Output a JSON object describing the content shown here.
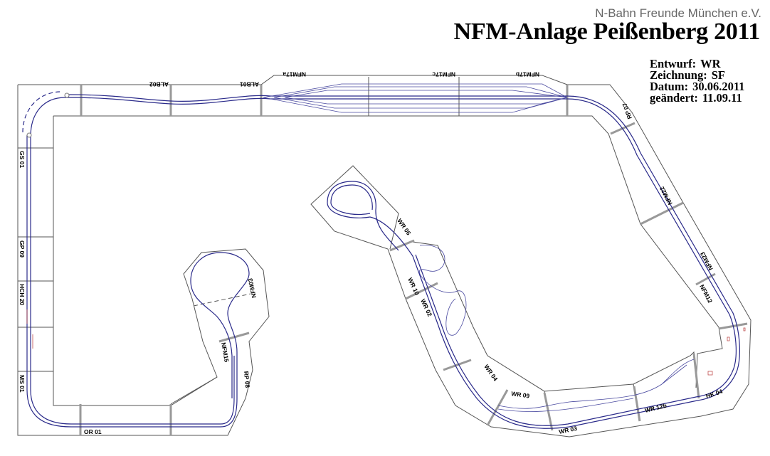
{
  "header": {
    "club": "N-Bahn Freunde München e.V.",
    "title": "NFM-Anlage Peißenberg 2011",
    "meta": [
      {
        "key": "Entwurf:",
        "value": "WR"
      },
      {
        "key": "Zeichnung:",
        "value": "SF"
      },
      {
        "key": "Datum:",
        "value": "30.06.2011"
      },
      {
        "key": "geändert:",
        "value": "11.09.11"
      }
    ]
  },
  "modules": {
    "alb02": "ALB02",
    "alb01": "ALB01",
    "nfm17a": "NFM17a",
    "nfm17c": "NFM17c",
    "nfm17b": "NFM17b",
    "rp07": "RP 07",
    "nfm22": "NFM22",
    "nfm23": "NFM23",
    "nfm12": "NFM12",
    "hk04": "HK 04",
    "wr12b": "WR 12b",
    "wr03": "WR 03",
    "wr09": "WR 09",
    "wr04": "WR 04",
    "wr02": "WR 02",
    "wr10": "WR 10",
    "wr06": "WR 06",
    "gs01": "GS 01",
    "gp09": "GP 09",
    "hch20": "HCH 20",
    "ms01": "MS 01",
    "or01": "OR 01",
    "rp08": "RP 08",
    "nfm15": "NFM15",
    "nfm03": "NFM03"
  },
  "colors": {
    "track": "#2a2a8a",
    "board": "#555555",
    "detail": "#c05050"
  }
}
